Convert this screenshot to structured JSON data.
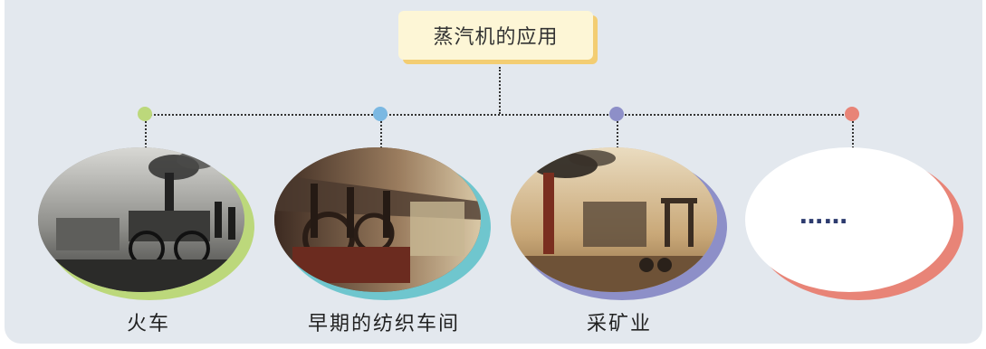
{
  "title": "蒸汽机的应用",
  "colors": {
    "background": "#e3e8ee",
    "title_fill": "#fdf6d6",
    "title_shadow": "#f3cd72",
    "dot_green": "#bcd87b",
    "dot_blue": "#7bb8e2",
    "dot_purple": "#8d8fc8",
    "dot_red": "#e88477"
  },
  "items": [
    {
      "label": "火车",
      "image": "steam-locomotive-illustration"
    },
    {
      "label": "早期的纺织车间",
      "image": "textile-workshop-illustration"
    },
    {
      "label": "采矿业",
      "image": "mining-illustration"
    },
    {
      "label": "",
      "image": "",
      "text": "……"
    }
  ]
}
